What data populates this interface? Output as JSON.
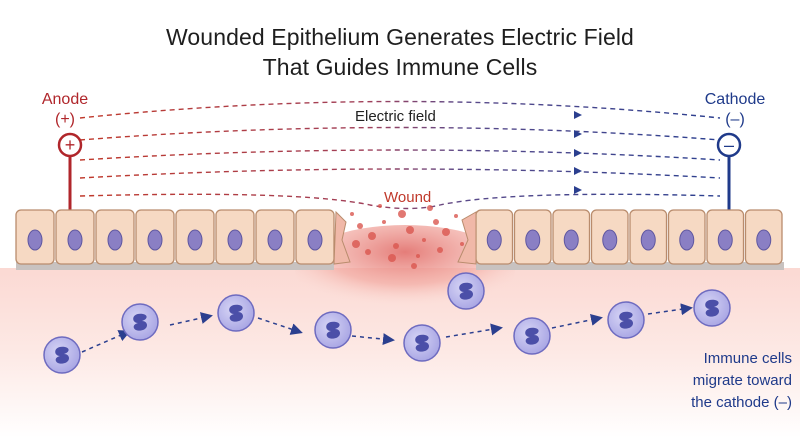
{
  "title": {
    "line1": "Wounded Epithelium Generates Electric Field",
    "line2": "That Guides Immune Cells"
  },
  "anode": {
    "label": "Anode",
    "sign": "(+)",
    "symbol": "+"
  },
  "cathode": {
    "label": "Cathode",
    "sign": "(–)",
    "symbol": "–"
  },
  "field_label": "Electric field",
  "wound_label": "Wound",
  "immune_label": [
    "Immune cells",
    "migrate toward",
    "the cathode (–)"
  ],
  "colors": {
    "anode": "#b0262b",
    "cathode": "#1f3a8a",
    "field_red": "#c0392b",
    "field_blue": "#2b3f8f",
    "cell_fill": "#f6d9c3",
    "cell_stroke": "#b98c6d",
    "nucleus": "#8a7fc4",
    "immune_fill": "#b9b6ea",
    "immune_nucleus": "#4b4fa8",
    "tissue": "#fbe3df",
    "wound": "#e0716e"
  }
}
